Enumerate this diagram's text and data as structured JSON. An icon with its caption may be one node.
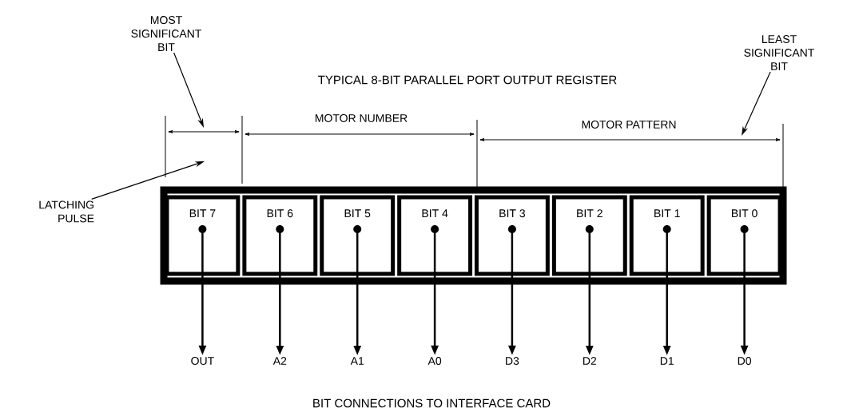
{
  "diagram": {
    "title": "TYPICAL 8-BIT PARALLEL PORT OUTPUT REGISTER",
    "caption": "BIT CONNECTIONS TO INTERFACE CARD",
    "nodes": [
      {
        "text": [],
        "shape": "box"
      },
      {
        "text": [
          "BIT 7"
        ],
        "in": 0
      },
      {
        "text": [
          "BIT 6"
        ],
        "in": 0
      },
      {
        "text": [
          "BIT 5"
        ],
        "in": 0
      },
      {
        "text": [
          "BIT 4"
        ],
        "in": 0
      },
      {
        "text": [
          "BIT 3"
        ],
        "in": 0
      },
      {
        "text": [
          "BIT 2"
        ],
        "in": 0
      },
      {
        "text": [
          "BIT 1"
        ],
        "in": 0
      },
      {
        "text": [
          "BIT 0"
        ],
        "in": 0
      },
      {
        "text": [
          "OUT"
        ]
      },
      {
        "text": [
          "A2"
        ]
      },
      {
        "text": [
          "A1"
        ]
      },
      {
        "text": [
          "A0"
        ]
      },
      {
        "text": [
          "D3"
        ]
      },
      {
        "text": [
          "D2"
        ]
      },
      {
        "text": [
          "D1"
        ]
      },
      {
        "text": [
          "D0"
        ]
      },
      {
        "text": [
          "MOST SIGNIFICANT BIT"
        ]
      },
      {
        "text": [
          "LATCHING PULSE"
        ]
      },
      {
        "text": [
          "LEAST SIGNIFICANT BIT"
        ]
      }
    ],
    "edges": [
      {
        "from": 1,
        "to": 9,
        "arrow": "to"
      },
      {
        "from": 2,
        "to": 10,
        "arrow": "to"
      },
      {
        "from": 3,
        "to": 11,
        "arrow": "to"
      },
      {
        "from": 4,
        "to": 12,
        "arrow": "to"
      },
      {
        "from": 5,
        "to": 13,
        "arrow": "to"
      },
      {
        "from": 6,
        "to": 14,
        "arrow": "to"
      },
      {
        "from": 7,
        "to": 15,
        "arrow": "to"
      },
      {
        "from": 8,
        "to": 16,
        "arrow": "to"
      },
      {
        "from": 17,
        "to": null,
        "arrow": "to"
      },
      {
        "from": 18,
        "to": null,
        "arrow": "to"
      },
      {
        "from": 19,
        "to": null,
        "arrow": "to"
      }
    ],
    "labels": [
      "MOTOR NUMBER",
      "MOTOR PATTERN"
    ]
  }
}
